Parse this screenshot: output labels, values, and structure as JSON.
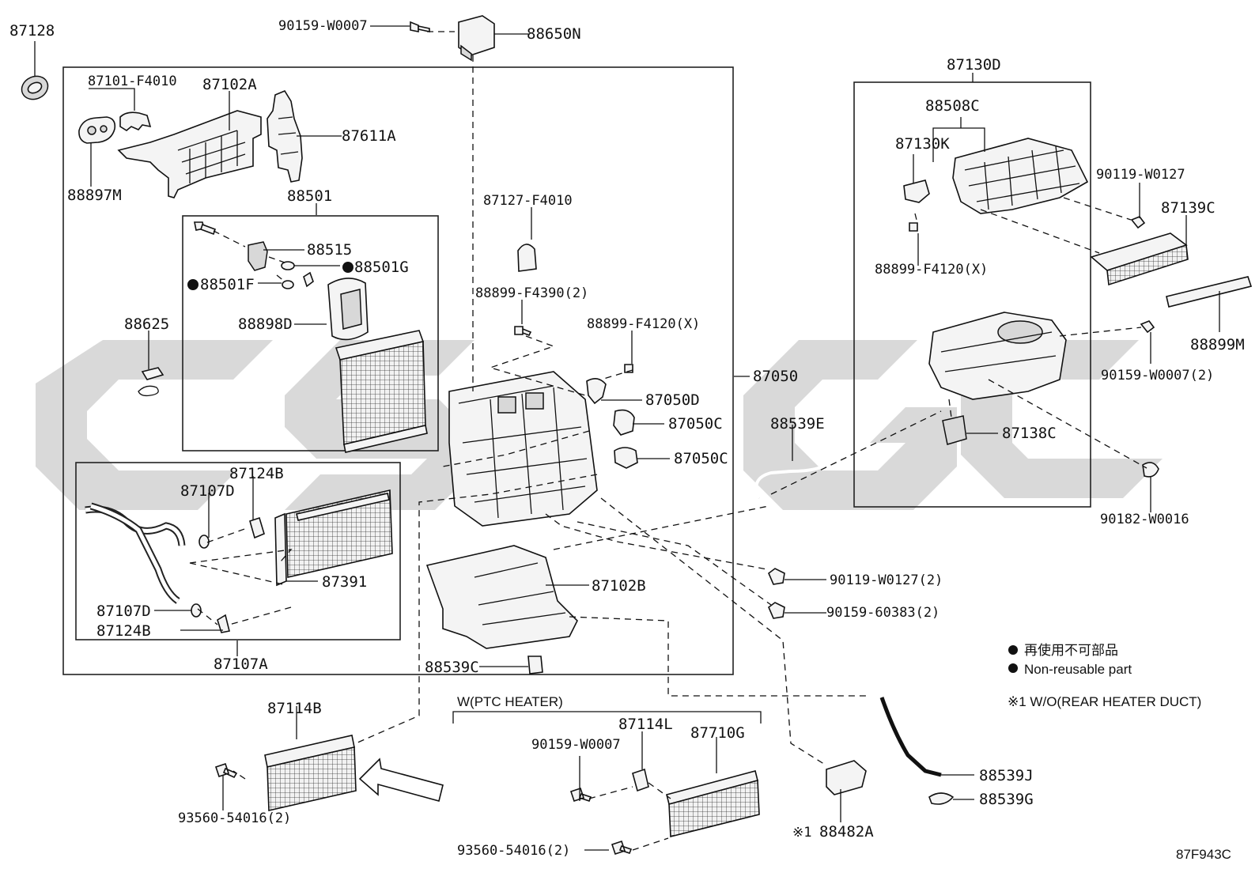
{
  "diagram": {
    "part_numbers": {
      "p87128": "87128",
      "p90159_w0007_top": "90159-W0007",
      "p88650n": "88650N",
      "p87101_f4010": "87101-F4010",
      "p87102a": "87102A",
      "p87611a": "87611A",
      "p88897m": "88897M",
      "p88501": "88501",
      "p88515": "88515",
      "p88501g": "88501G",
      "p88501f": "88501F",
      "p88898d": "88898D",
      "p88625": "88625",
      "p87127_f4010": "87127-F4010",
      "p88899_f4390": "88899-F4390(2)",
      "p88899_f4120_mid": "88899-F4120(X)",
      "p87050": "87050",
      "p87050d": "87050D",
      "p87050c_1": "87050C",
      "p87050c_2": "87050C",
      "p88539e": "88539E",
      "p87124b_top": "87124B",
      "p87107d_top": "87107D",
      "p87391": "87391",
      "p87107d_bot": "87107D",
      "p87124b_bot": "87124B",
      "p87107a": "87107A",
      "p87102b": "87102B",
      "p88539c": "88539C",
      "p90119_w0127_2": "90119-W0127(2)",
      "p90159_60383": "90159-60383(2)",
      "p87130d": "87130D",
      "p88508c": "88508C",
      "p87130k": "87130K",
      "p90119_w0127": "90119-W0127",
      "p87139c": "87139C",
      "p88899_f4120_right": "88899-F4120(X)",
      "p88899m": "88899M",
      "p90159_w0007_2": "90159-W0007(2)",
      "p87138c": "87138C",
      "p90182_w0016": "90182-W0016",
      "p87114b": "87114B",
      "p93560_left": "93560-54016(2)",
      "ptc_label": "W(PTC HEATER)",
      "p90159_w0007_bot": "90159-W0007",
      "p87114l": "87114L",
      "p87710g": "87710G",
      "p93560_bot": "93560-54016(2)",
      "p88482a": "88482A",
      "p88539j": "88539J",
      "p88539g": "88539G"
    },
    "legend": {
      "line1": "再使用不可部品",
      "line2": "Non-reusable part",
      "note": "※1 W/O(REAR HEATER DUCT)",
      "note_mark": "※1"
    },
    "figure_code": "87F943C"
  }
}
